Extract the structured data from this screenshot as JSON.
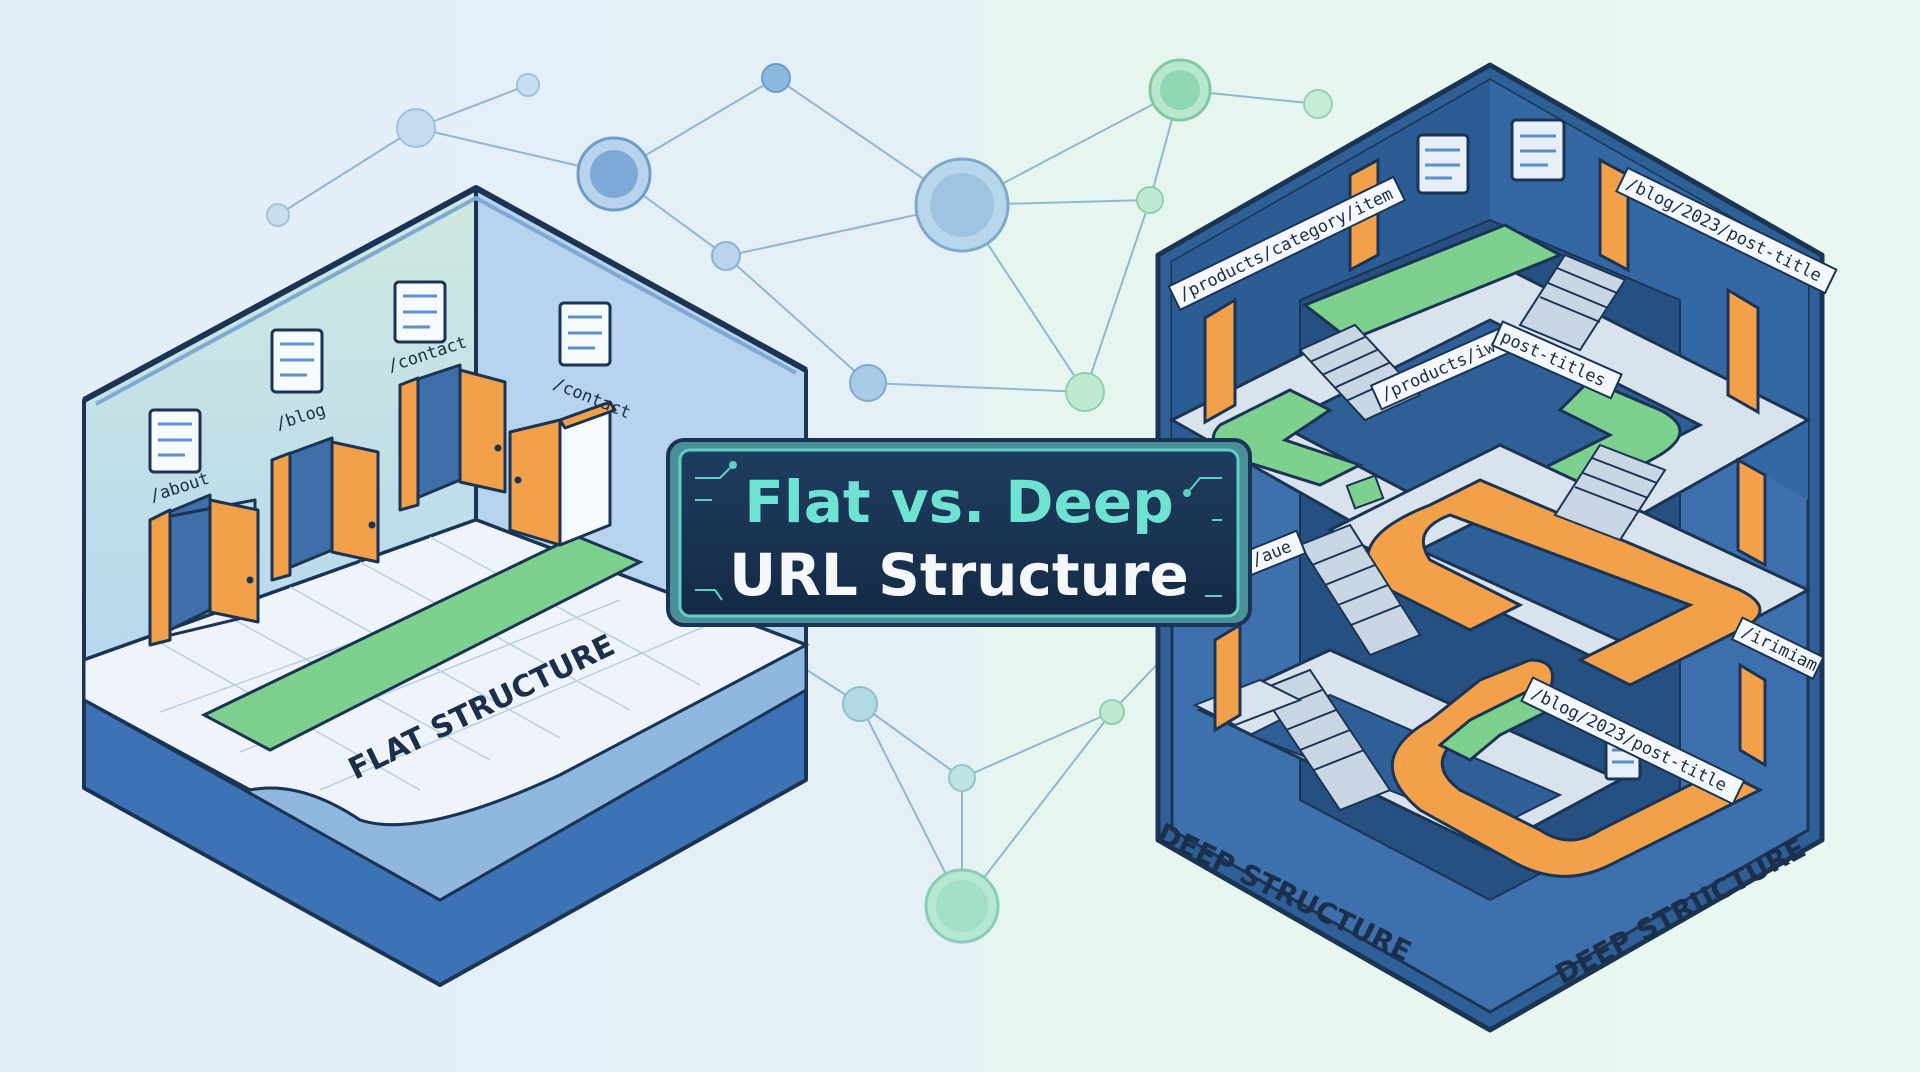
{
  "title": {
    "line1": "Flat vs. Deep",
    "line2": "URL Structure"
  },
  "flat": {
    "caption": "FLAT STRUCTURE",
    "doors": [
      "/about",
      "/blog",
      "/contact",
      "/contact"
    ]
  },
  "deep": {
    "caption_left": "DEEP STRUCTURE",
    "caption_right": "DEEP STRUCTURE",
    "labels": {
      "top_left": "/products/category/item",
      "top_right": "/blog/2023/post-title",
      "mid_left": "/products/iwo",
      "mid_right": "post-titles",
      "low_right": "/blog/2023/post-title",
      "side_left": "/aue",
      "side_right": "/irimiam"
    }
  },
  "colors": {
    "bg_left": "#e4eff8",
    "bg_right": "#e6f6ee",
    "navy": "#1b3454",
    "wall_blue": "#2e5f97",
    "orange": "#f2a14a",
    "green": "#7ed08f",
    "title_cyan": "#6fe3d2"
  }
}
